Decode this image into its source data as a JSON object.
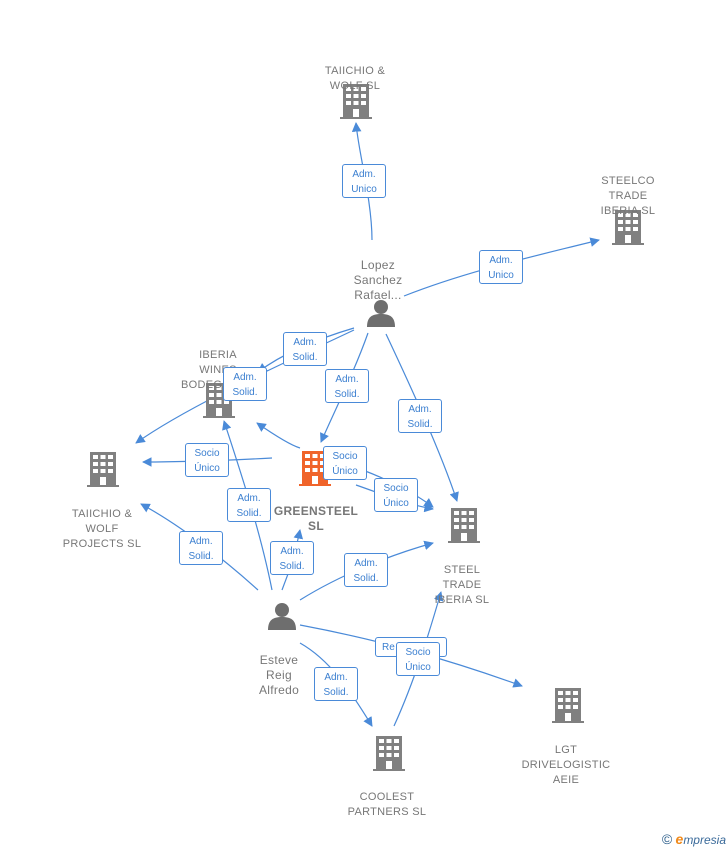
{
  "colors": {
    "edge": "#4a8ad8",
    "node_gray": "#808080",
    "node_center": "#f0642a",
    "label": "#777777"
  },
  "nodes": {
    "taiichio_wolf": {
      "label": "TAIICHIO &\nWOLF  SL",
      "icon": "building-icon"
    },
    "steelco": {
      "label": "STEELCO\nTRADE\nIBERIA  SL",
      "icon": "building-icon"
    },
    "lopez": {
      "label": "Lopez\nSanchez\nRafael...",
      "icon": "person-icon"
    },
    "iberia_wines": {
      "label": "IBERIA\nWINES\nBODEGAS  SL",
      "icon": "building-icon"
    },
    "taiichio_projects": {
      "label": "TAIICHIO &\nWOLF\nPROJECTS  SL",
      "icon": "building-icon"
    },
    "greensteel": {
      "label": "GREENSTEEL\nSL",
      "icon": "building-icon"
    },
    "steel_trade": {
      "label": "STEEL\nTRADE\nIBERIA  SL",
      "icon": "building-icon"
    },
    "esteve": {
      "label": "Esteve\nReig\nAlfredo",
      "icon": "person-icon"
    },
    "lgt": {
      "label": "LGT\nDRIVELOGISTIC\nAEIE",
      "icon": "building-icon"
    },
    "coolest": {
      "label": "COOLEST\nPARTNERS  SL",
      "icon": "building-icon"
    }
  },
  "badges": [
    "Adm.\nUnico",
    "Adm.\nUnico",
    "Adm.\nSolid.",
    "Adm.\nSolid.",
    "Adm.\nSolid.",
    "Adm.\nSolid.",
    "Socio\nÚnico",
    "Socio\nÚnico",
    "Socio\nÚnico",
    "Adm.\nSolid.",
    "Adm.\nSolid.",
    "Adm.\nSolid.",
    "Adm.\nSolid.",
    "Re",
    "Socio\nÚnico",
    "Adm.\nSolid."
  ],
  "footer": {
    "copyright": "©",
    "brand_initial": "e",
    "brand_rest": "mpresia"
  }
}
